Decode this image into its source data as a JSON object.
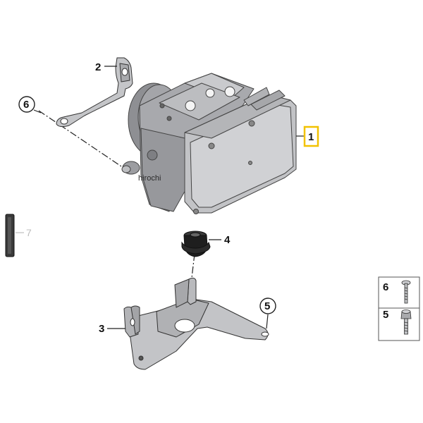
{
  "callouts": {
    "abs_unit": "1",
    "upper_bracket": "2",
    "lower_bracket": "3",
    "rubber_mount": "4",
    "screw_bracket": "5",
    "screw_upper": "6",
    "side_part": "7"
  },
  "watermark": "hirochi",
  "legend": {
    "rows": [
      {
        "number": "6",
        "icon": "bolt-icon"
      },
      {
        "number": "5",
        "icon": "hex-socket-screw-icon"
      }
    ]
  },
  "colors": {
    "highlight_box": "#f2c200",
    "part_fill": "#b9babd",
    "part_shade": "#8f9094",
    "line": "#222222"
  }
}
